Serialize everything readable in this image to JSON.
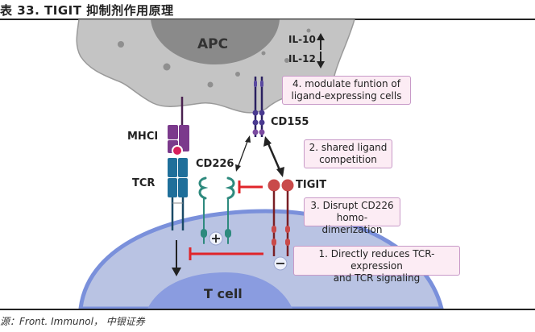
{
  "figure": {
    "title": "表 33. TIGIT 抑制剂作用原理",
    "source": "源：Front. Immunol， 中银证券"
  },
  "labels": {
    "apc": "APC",
    "il10": "IL-10",
    "il12": "IL-12",
    "mhci": "MHCI",
    "tcr": "TCR",
    "cd226": "CD226",
    "cd155": "CD155",
    "tigit": "TIGIT",
    "t_cell": "T cell",
    "plus": "+",
    "minus": "−"
  },
  "mechanism_boxes": [
    {
      "line1": "1. Directly reduces TCR-expression",
      "line2": "and TCR signaling"
    },
    {
      "line1": "2. shared ligand",
      "line2": "competition"
    },
    {
      "line1": "3. Disrupt CD226",
      "line2": "homo-dimerization"
    },
    {
      "line1": "4. modulate funtion of",
      "line2": "ligand-expressing cells"
    }
  ],
  "cytokine_changes": [
    {
      "name": "IL-10",
      "direction": "up"
    },
    {
      "name": "IL-12",
      "direction": "down"
    }
  ],
  "colors": {
    "apc_fill": "#c4c4c4",
    "apc_nucleus": "#8a8a8a",
    "t_cell_fill": "#b9c3e3",
    "t_cell_border": "#7a90db",
    "t_cell_nucleus": "#8a9ce0",
    "mhc": "#7b3a8c",
    "tcr": "#1f6f9a",
    "cd226": "#2e8a7e",
    "cd155": "#3b2f7a",
    "tigit": "#c94a4a",
    "inhibit": "#e0242a",
    "box_fill": "#fcecf4",
    "box_border": "#c89ac8"
  }
}
